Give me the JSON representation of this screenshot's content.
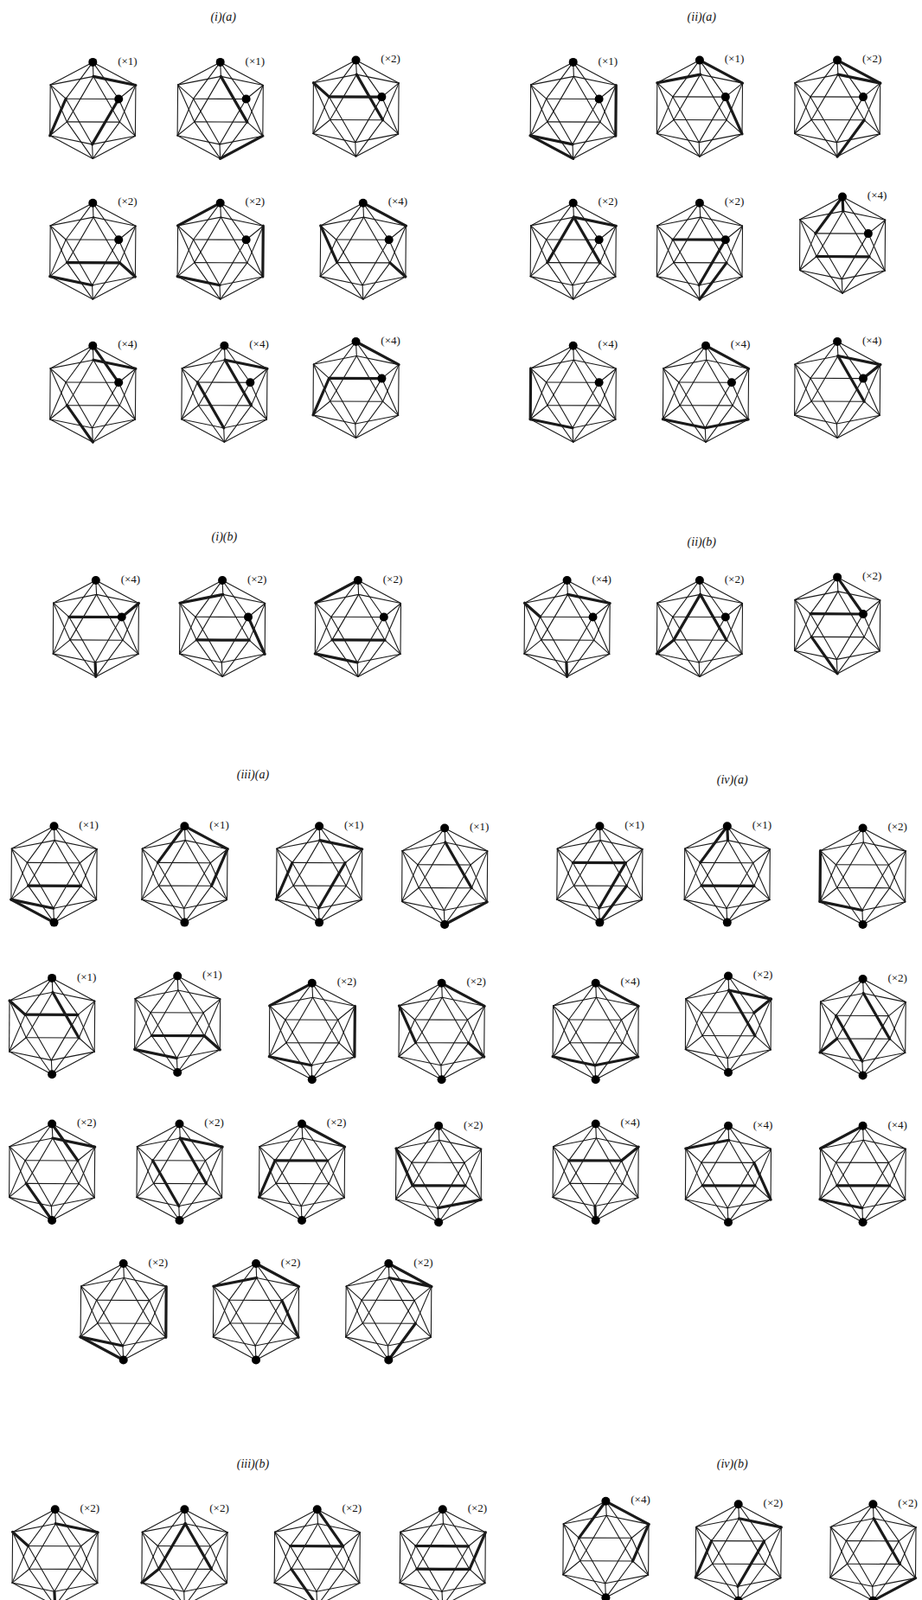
{
  "diagram": {
    "labels": [
      "(i)(a)",
      "(×1)",
      "(×1)",
      "(×2)",
      "(×2)",
      "(×2)",
      "(×4)",
      "(×4)",
      "(×4)",
      "(×4)",
      "(ii)(a)",
      "(×1)",
      "(×1)",
      "(×2)",
      "(×2)",
      "(×2)",
      "(×4)",
      "(×4)",
      "(×4)",
      "(×4)",
      "(i)(b)",
      "(×4)",
      "(×2)",
      "(×2)",
      "(ii)(b)",
      "(×4)",
      "(×2)",
      "(×2)",
      "(iii)(a)",
      "(×1)",
      "(×1)",
      "(×1)",
      "(×1)",
      "(×1)",
      "(×1)",
      "(×2)",
      "(×2)",
      "(×2)",
      "(×2)",
      "(×2)",
      "(×2)",
      "(×2)",
      "(×2)",
      "(×2)",
      "(iv)(a)",
      "(×1)",
      "(×1)",
      "(×2)",
      "(×4)",
      "(×2)",
      "(×2)",
      "(×4)",
      "(×4)",
      "(×4)",
      "(iii)(b)",
      "(×2)",
      "(×2)",
      "(×2)",
      "(×2)",
      "(iv)(b)",
      "(×4)",
      "(×2)",
      "(×2)"
    ]
  }
}
